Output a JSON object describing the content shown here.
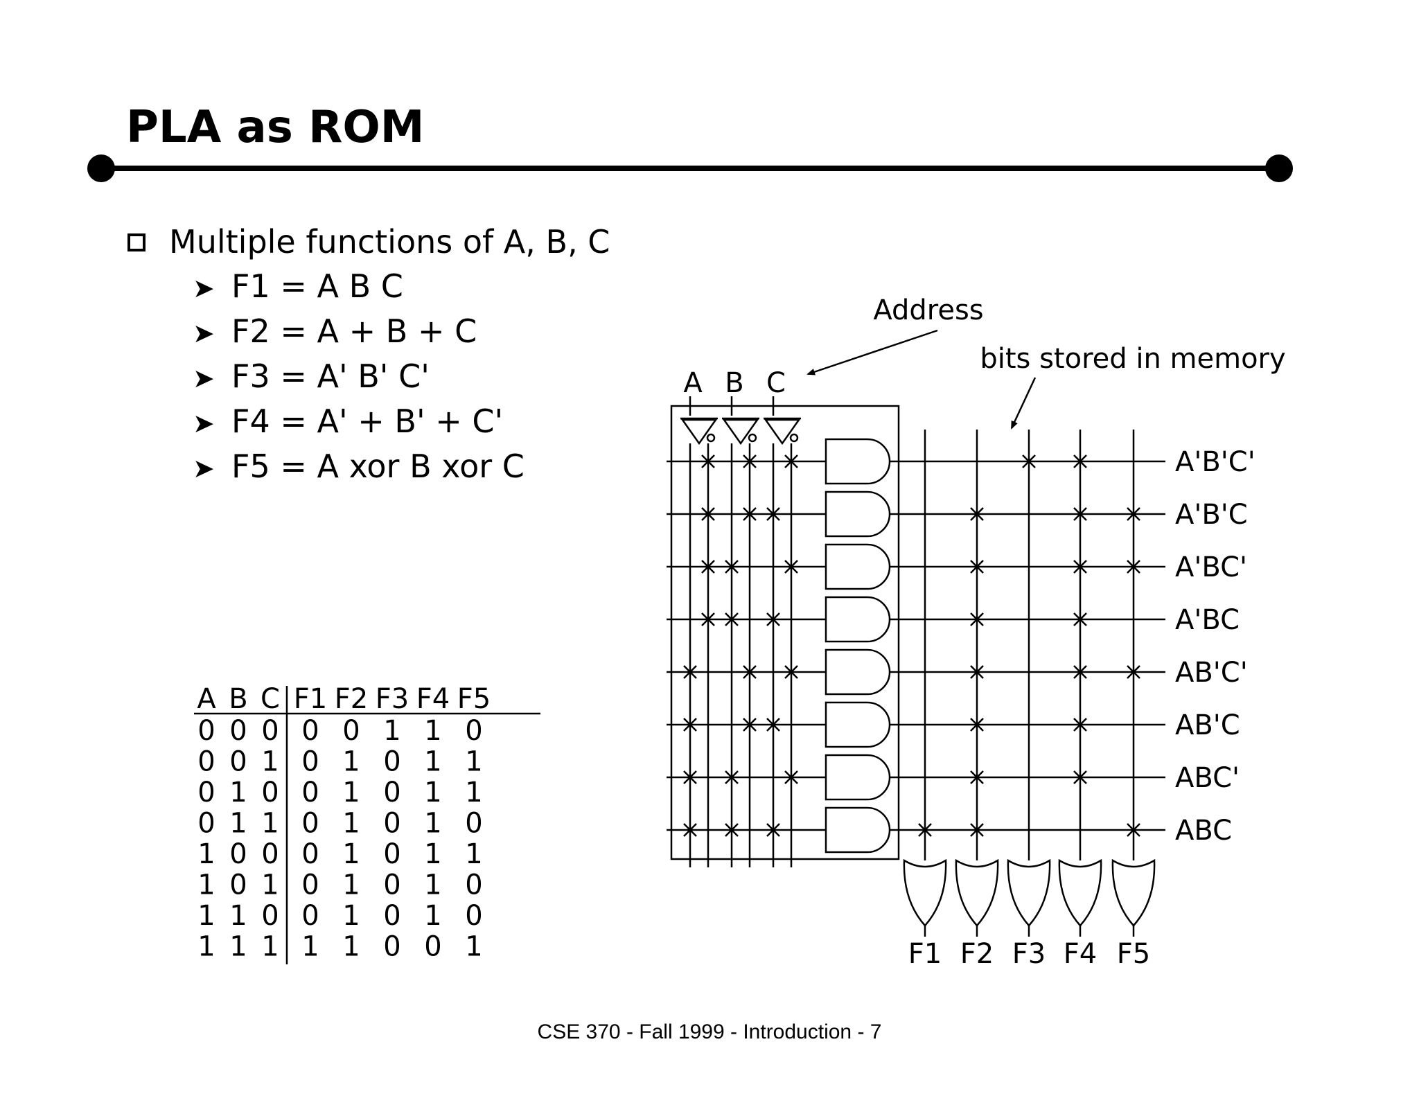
{
  "slide": {
    "title": "PLA as ROM",
    "footer": "CSE 370 - Fall 1999 - Introduction - 7"
  },
  "bullets": {
    "main": "Multiple functions of A, B, C",
    "items": [
      "F1 = A B C",
      "F2 = A + B + C",
      "F3 = A' B' C'",
      "F4 = A' + B' + C'",
      "F5 = A xor B xor C"
    ]
  },
  "truth_table": {
    "headers": [
      "A",
      "B",
      "C",
      "F1",
      "F2",
      "F3",
      "F4",
      "F5"
    ],
    "rows": [
      [
        "0",
        "0",
        "0",
        "0",
        "0",
        "1",
        "1",
        "0"
      ],
      [
        "0",
        "0",
        "1",
        "0",
        "1",
        "0",
        "1",
        "1"
      ],
      [
        "0",
        "1",
        "0",
        "0",
        "1",
        "0",
        "1",
        "1"
      ],
      [
        "0",
        "1",
        "1",
        "0",
        "1",
        "0",
        "1",
        "0"
      ],
      [
        "1",
        "0",
        "0",
        "0",
        "1",
        "0",
        "1",
        "1"
      ],
      [
        "1",
        "0",
        "1",
        "0",
        "1",
        "0",
        "1",
        "0"
      ],
      [
        "1",
        "1",
        "0",
        "0",
        "1",
        "0",
        "1",
        "0"
      ],
      [
        "1",
        "1",
        "1",
        "1",
        "1",
        "0",
        "0",
        "1"
      ]
    ]
  },
  "diagram": {
    "address_label": "Address",
    "bits_label": "bits stored in memory",
    "inputs": [
      "A",
      "B",
      "C"
    ],
    "minterms": [
      "A'B'C'",
      "A'B'C",
      "A'BC'",
      "A'BC",
      "AB'C'",
      "AB'C",
      "ABC'",
      "ABC"
    ],
    "outputs": [
      "F1",
      "F2",
      "F3",
      "F4",
      "F5"
    ]
  }
}
